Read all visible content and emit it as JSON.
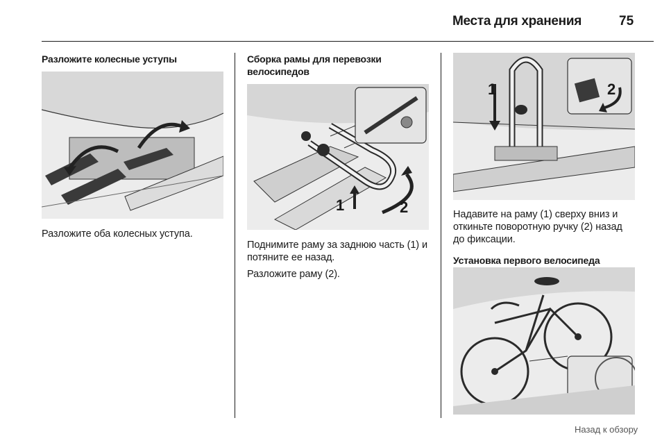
{
  "header": {
    "title": "Места для хранения",
    "page_number": "75"
  },
  "columns": [
    {
      "heading": "Разложите колесные уступы",
      "paragraphs": [
        "Разложите оба колесных уступа."
      ]
    },
    {
      "heading": "Сборка рамы для перевозки велосипедов",
      "paragraphs": [
        "Поднимите раму за заднюю часть (1) и потяните ее назад.",
        "Разложите раму (2)."
      ],
      "figure_labels": [
        "1",
        "2"
      ]
    },
    {
      "figure_labels": [
        "1",
        "2"
      ],
      "paragraph": "Надавите на раму (1) сверху вниз и откиньте поворотную ручку (2) на­зад до фиксации.",
      "heading2": "Установка первого велосипеда"
    }
  ],
  "footer": {
    "back_link": "Назад к обзору"
  }
}
